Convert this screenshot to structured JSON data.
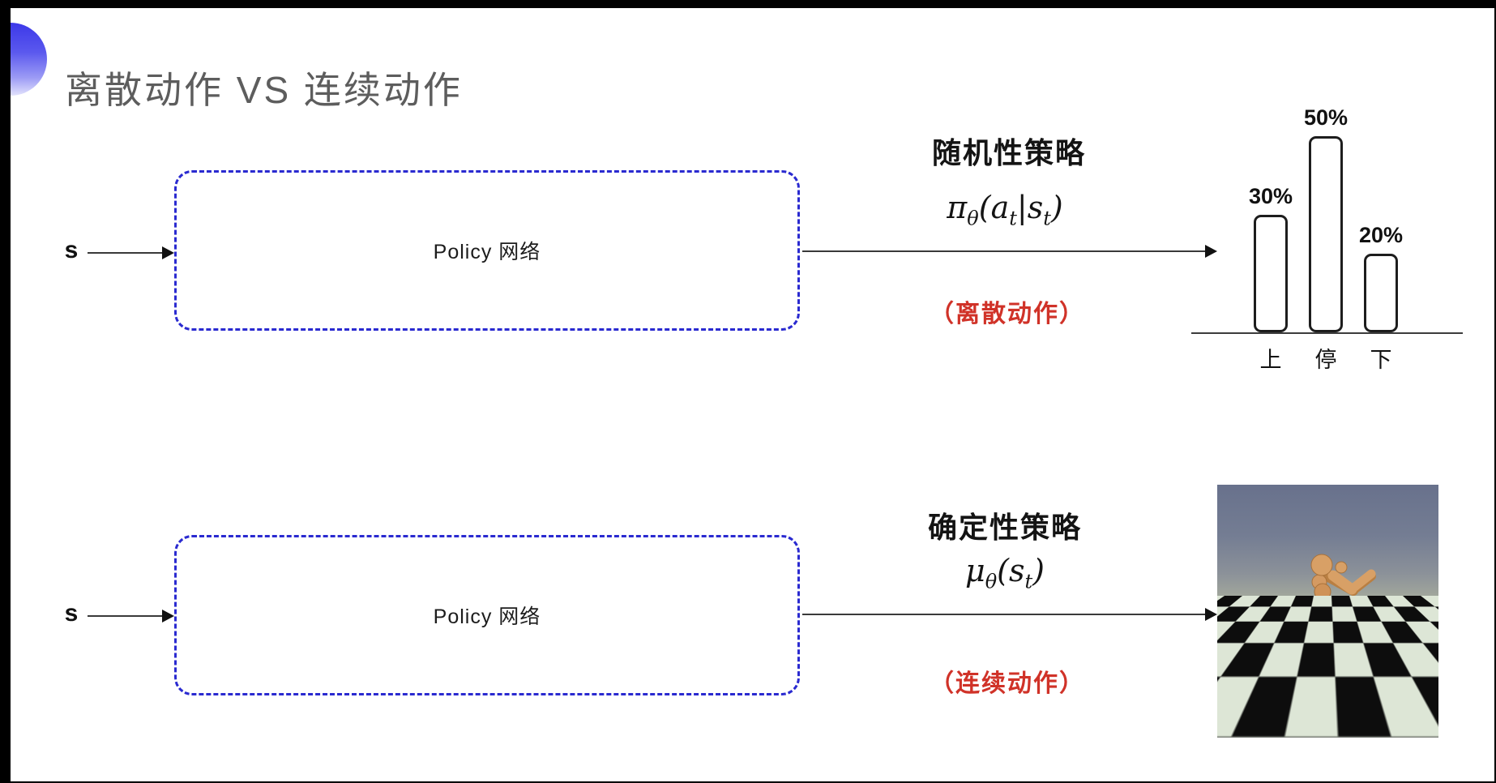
{
  "slide": {
    "title": "离散动作 VS 连续动作",
    "title_color": "#5d5d5d",
    "accent_blue": "#2a2ad0",
    "note_red": "#d03228"
  },
  "discrete_row": {
    "input_label": "s",
    "box_label": "Policy 网络",
    "policy_name": "随机性策略",
    "formula": {
      "sym": "π",
      "sym_sub": "θ",
      "open": "(",
      "a1": "a",
      "a1_sub": "t",
      "pipe": "|",
      "a2": "s",
      "a2_sub": "t",
      "close": ")"
    },
    "note": "（离散动作）"
  },
  "continuous_row": {
    "input_label": "s",
    "box_label": "Policy 网络",
    "policy_name": "确定性策略",
    "formula": {
      "sym": "μ",
      "sym_sub": "θ",
      "open": "(",
      "a1": "s",
      "a1_sub": "t",
      "close": ")"
    },
    "note": "（连续动作）"
  },
  "chart_data": {
    "type": "bar",
    "categories": [
      "上",
      "停",
      "下"
    ],
    "values": [
      30,
      50,
      20
    ],
    "value_labels": [
      "30%",
      "50%",
      "20%"
    ],
    "title": "",
    "xlabel": "",
    "ylabel": "",
    "ylim": [
      0,
      55
    ],
    "grid": false,
    "legend": false,
    "bar_fill": "#ffffff",
    "bar_stroke": "#1d1d1d"
  },
  "robot_scene": {
    "sky_top": "#68718c",
    "sky_horizon": "#a3a89c",
    "floor_dark": "#0d0d0d",
    "floor_light": "#dde6d6",
    "body_color": "#d49a62"
  }
}
